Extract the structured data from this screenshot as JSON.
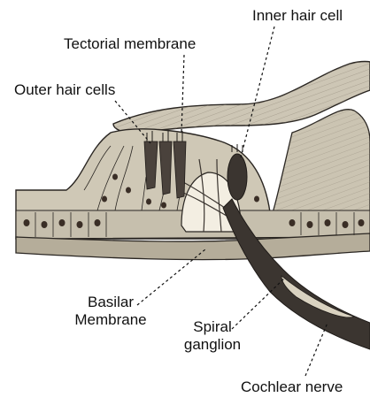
{
  "labels": {
    "inner_hair_cell": "Inner hair cell",
    "tectorial_membrane": "Tectorial membrane",
    "outer_hair_cells": "Outer hair cells",
    "basilar_line1": "Basilar",
    "basilar_line2": "Membrane",
    "spiral_line1": "Spiral",
    "spiral_line2": "ganglion",
    "cochlear_nerve": "Cochlear nerve"
  },
  "colors": {
    "tissue": "#cfc8b6",
    "tissue_dark": "#a69e8c",
    "outline": "#2a2622",
    "nucleus": "#3a2e26",
    "hair_cell": "#4a423c",
    "nerve": "#3b3530",
    "tunnel": "#f3eee2"
  }
}
